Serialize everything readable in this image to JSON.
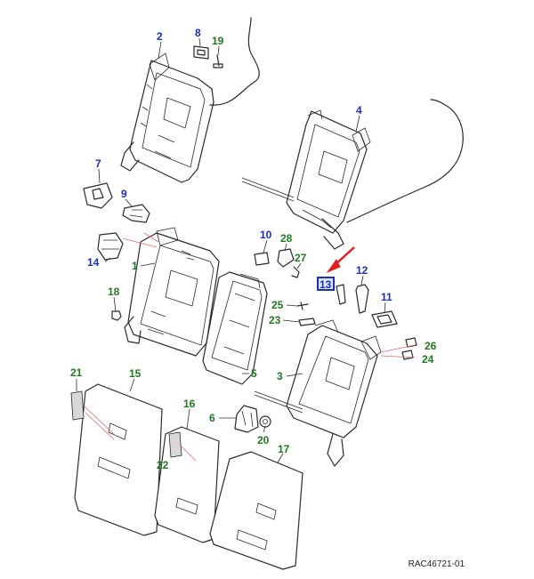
{
  "colors": {
    "blue": "#1a2fbf",
    "green": "#1f7a1f",
    "red": "#e02020",
    "line": "#2a2a2a"
  },
  "callouts": [
    {
      "n": "2",
      "c": "blue"
    },
    {
      "n": "8",
      "c": "blue"
    },
    {
      "n": "19",
      "c": "green"
    },
    {
      "n": "4",
      "c": "blue"
    },
    {
      "n": "7",
      "c": "blue"
    },
    {
      "n": "9",
      "c": "blue"
    },
    {
      "n": "10",
      "c": "blue"
    },
    {
      "n": "28",
      "c": "green"
    },
    {
      "n": "27",
      "c": "green"
    },
    {
      "n": "14",
      "c": "blue"
    },
    {
      "n": "1",
      "c": "green"
    },
    {
      "n": "12",
      "c": "blue"
    },
    {
      "n": "13",
      "c": "blue"
    },
    {
      "n": "11",
      "c": "blue"
    },
    {
      "n": "18",
      "c": "green"
    },
    {
      "n": "25",
      "c": "green"
    },
    {
      "n": "23",
      "c": "green"
    },
    {
      "n": "26",
      "c": "green"
    },
    {
      "n": "24",
      "c": "green"
    },
    {
      "n": "5",
      "c": "green"
    },
    {
      "n": "3",
      "c": "green"
    },
    {
      "n": "21",
      "c": "green"
    },
    {
      "n": "15",
      "c": "green"
    },
    {
      "n": "16",
      "c": "green"
    },
    {
      "n": "6",
      "c": "green"
    },
    {
      "n": "20",
      "c": "green"
    },
    {
      "n": "17",
      "c": "green"
    },
    {
      "n": "22",
      "c": "green"
    }
  ],
  "highlighted": "13",
  "reference": "RAC46721-01"
}
